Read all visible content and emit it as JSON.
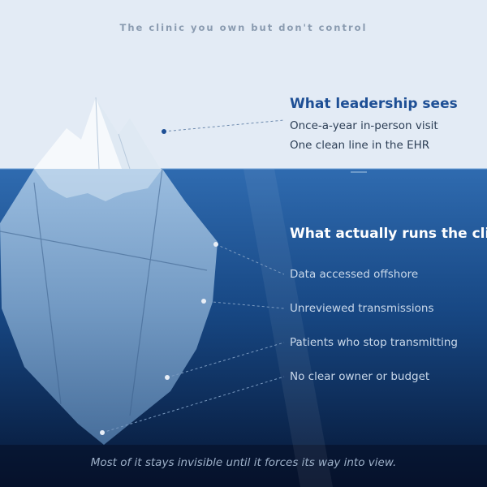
{
  "kicker": "The clinic you own but don't control",
  "above": {
    "heading": "What leadership sees",
    "items": [
      "Once-a-year in-person visit",
      "One clean line in the EHR"
    ]
  },
  "below": {
    "heading": "What actually runs the clinic",
    "items": [
      "Data accessed offshore",
      "Unreviewed transmissions",
      "Patients who stop transmitting",
      "No clear owner or budget"
    ]
  },
  "caption": "Most of it stays invisible until it forces its way into view.",
  "colors": {
    "sky": "#e3ebf5",
    "water_top": "#2f6bb0",
    "water_bottom": "#061634",
    "accent": "#1e4f95"
  }
}
